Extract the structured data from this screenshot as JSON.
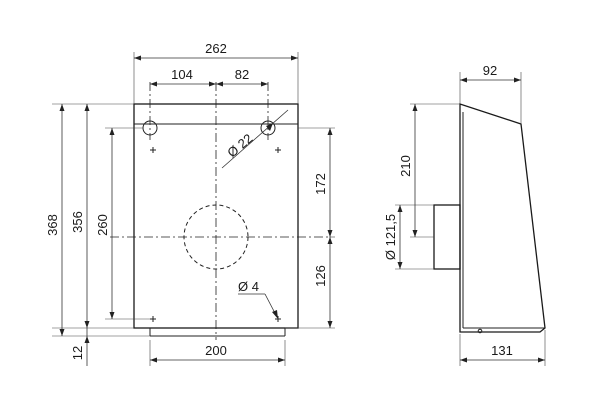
{
  "front_view": {
    "dim_total_width": "262",
    "dim_left_offset": "104",
    "dim_right_offset": "82",
    "dim_bottom_width": "200",
    "dim_total_height": "368",
    "dim_body_height": "356",
    "dim_hole_spacing": "260",
    "dim_top_to_center": "172",
    "dim_center_to_bottom": "126",
    "dim_bottom_tab": "12",
    "dia_fixing_hole": "Ø 22",
    "dia_screw_hole": "Ø 4"
  },
  "side_view": {
    "dim_top_depth": "92",
    "dim_bottom_depth": "131",
    "dim_top_to_spigot": "210",
    "dia_spigot": "Ø 121,5"
  }
}
